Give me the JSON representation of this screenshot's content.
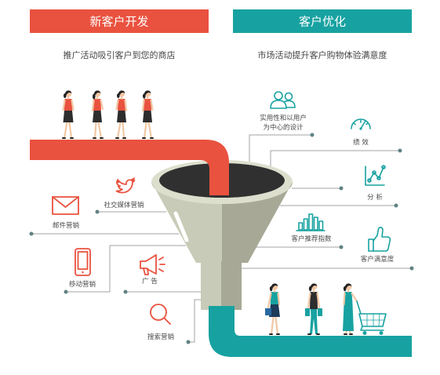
{
  "acquisition": {
    "title": "新客户开发",
    "subtitle": "推广活动吸引客户到您的商店",
    "channels": [
      {
        "label": "社交媒体营销",
        "icon": "twitter-bird-icon"
      },
      {
        "label": "邮件营销",
        "icon": "envelope-icon"
      },
      {
        "label": "移动营销",
        "icon": "mobile-phone-icon"
      },
      {
        "label": "广 告",
        "icon": "megaphone-icon"
      },
      {
        "label": "搜索营销",
        "icon": "magnifier-icon"
      }
    ]
  },
  "optimization": {
    "title": "客户优化",
    "subtitle": "市场活动提升客户购物体验满意度",
    "factors": [
      {
        "label_lines": [
          "实用性和以用户",
          "为中心的设计"
        ],
        "icon": "users-icon"
      },
      {
        "label": "绩 效",
        "icon": "gauge-icon"
      },
      {
        "label": "分 析",
        "icon": "analytics-chart-icon"
      },
      {
        "label": "客户推荐指数",
        "icon": "bar-chart-icon"
      },
      {
        "label": "客户满意度",
        "icon": "thumbs-up-icon"
      }
    ]
  },
  "colors": {
    "acquisition_red": "#e9523f",
    "optimization_teal": "#17a2a1",
    "funnel_light": "#c8cbb7",
    "funnel_dark": "#a7a996",
    "connector_gray": "#a3a3a3"
  }
}
